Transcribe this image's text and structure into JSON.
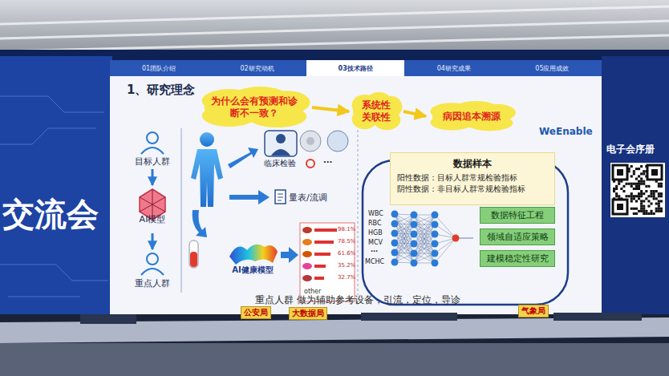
{
  "diagram": {
    "title": "1、研究理念",
    "nodes": [
      {
        "text": [
          "01团队介绍"
        ]
      },
      {
        "text": [
          "02研究动机"
        ]
      },
      {
        "text": [
          "03技术路径"
        ]
      },
      {
        "text": [
          "04研究成果"
        ]
      },
      {
        "text": [
          "05应用成效"
        ]
      },
      {
        "text": [
          "为什么会有预测和诊断不一致？"
        ]
      },
      {
        "text": [
          "系统性 关联性"
        ]
      },
      {
        "text": [
          "病因追本溯源"
        ]
      },
      {
        "text": [
          "目标人群"
        ]
      },
      {
        "text": [
          "AI模型"
        ]
      },
      {
        "text": [
          "重点人群"
        ]
      },
      {
        "text": [
          "临床检验"
        ]
      },
      {
        "text": [
          "量表/流调"
        ]
      },
      {
        "text": [
          "AI健康模型"
        ]
      },
      {
        "text": [
          "数据样本",
          "阳性数据：目标人群常规检验指标",
          "阴性数据：非目标人群常规检验指标"
        ]
      },
      {
        "text": [
          "数据特征工程"
        ]
      },
      {
        "text": [
          "领域自适应策略"
        ]
      },
      {
        "text": [
          "建模稳定性研究"
        ]
      }
    ],
    "edges": [
      {
        "from": 5,
        "to": 6,
        "arrow": "to"
      },
      {
        "from": 6,
        "to": 7,
        "arrow": "to"
      },
      {
        "from": 8,
        "to": 9,
        "arrow": "to"
      },
      {
        "from": 9,
        "to": 10,
        "arrow": "to"
      }
    ],
    "labels": [
      "WeEnable",
      "···",
      "WBC",
      "RBC",
      "HGB",
      "MCV",
      "···",
      "MCHC",
      "98.1%",
      "78.5%",
      "61.6%",
      "35.2%",
      "32.7%",
      "other",
      "重点人群 做为辅助参考设备，引流，定位，导诊",
      "公安局",
      "大数据局",
      "气象局",
      "交流会",
      "电子会序册"
    ]
  }
}
